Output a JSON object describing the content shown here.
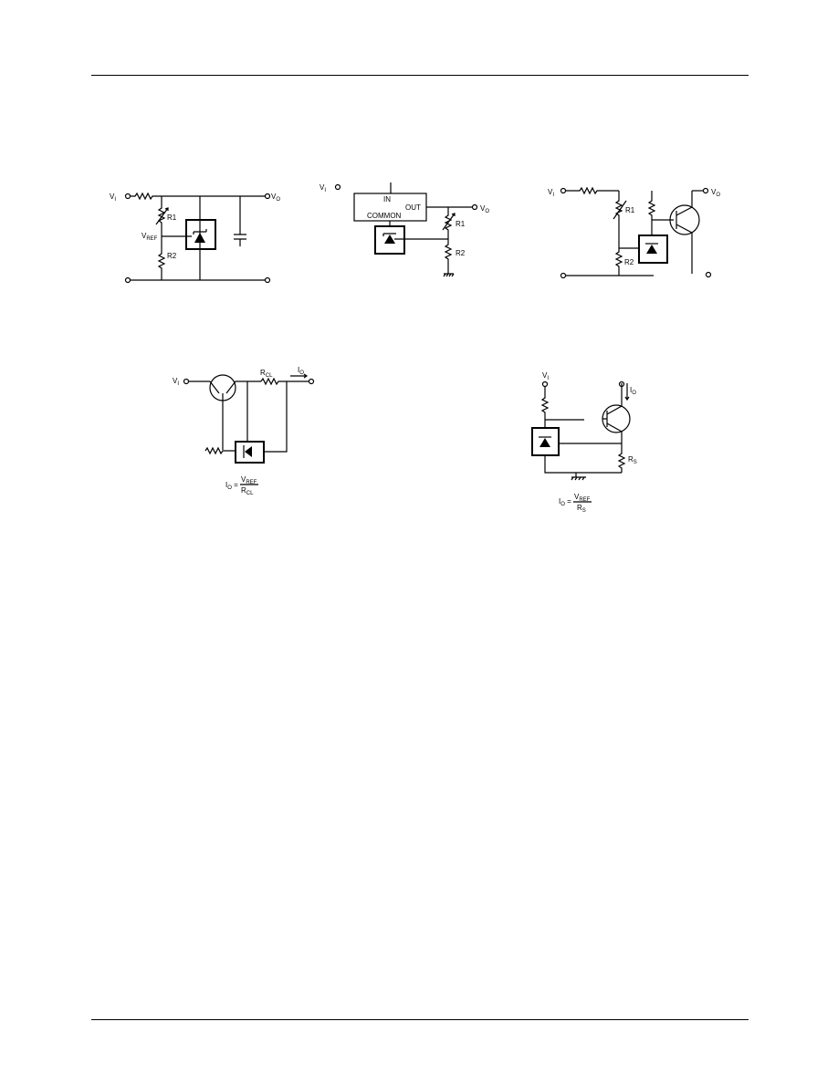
{
  "header_rule": "",
  "fig1": {
    "vi_label": "V",
    "vi_sub": "I",
    "vo_label": "V",
    "vo_sub": "O",
    "r1": "R1",
    "r2": "R2",
    "vref": "V",
    "vref_sub": "REF"
  },
  "fig2": {
    "vi_label": "V",
    "vi_sub": "I",
    "in_label": "IN",
    "out_label": "OUT",
    "common_label": "COMMON",
    "vo_label": "V",
    "vo_sub": "O",
    "r1": "R1",
    "r2": "R2"
  },
  "fig3": {
    "vi_label": "V",
    "vi_sub": "I",
    "vo_label": "V",
    "vo_sub": "O",
    "r1": "R1",
    "r2": "R2"
  },
  "fig4": {
    "vi_label": "V",
    "vi_sub": "I",
    "rcl": "R",
    "rcl_sub": "CL",
    "io_label": "I",
    "io_sub": "O",
    "eq_lhs": "I",
    "eq_lhs_sub": "O",
    "eq_num": "V",
    "eq_num_sub": "REF",
    "eq_den": "R",
    "eq_den_sub": "CL"
  },
  "fig5": {
    "vi_label": "V",
    "vi_sub": "I",
    "io_label": "I",
    "io_sub": "O",
    "rs": "R",
    "rs_sub": "S",
    "eq_lhs": "I",
    "eq_lhs_sub": "O",
    "eq_num": "V",
    "eq_num_sub": "REF",
    "eq_den": "R",
    "eq_den_sub": "S"
  }
}
